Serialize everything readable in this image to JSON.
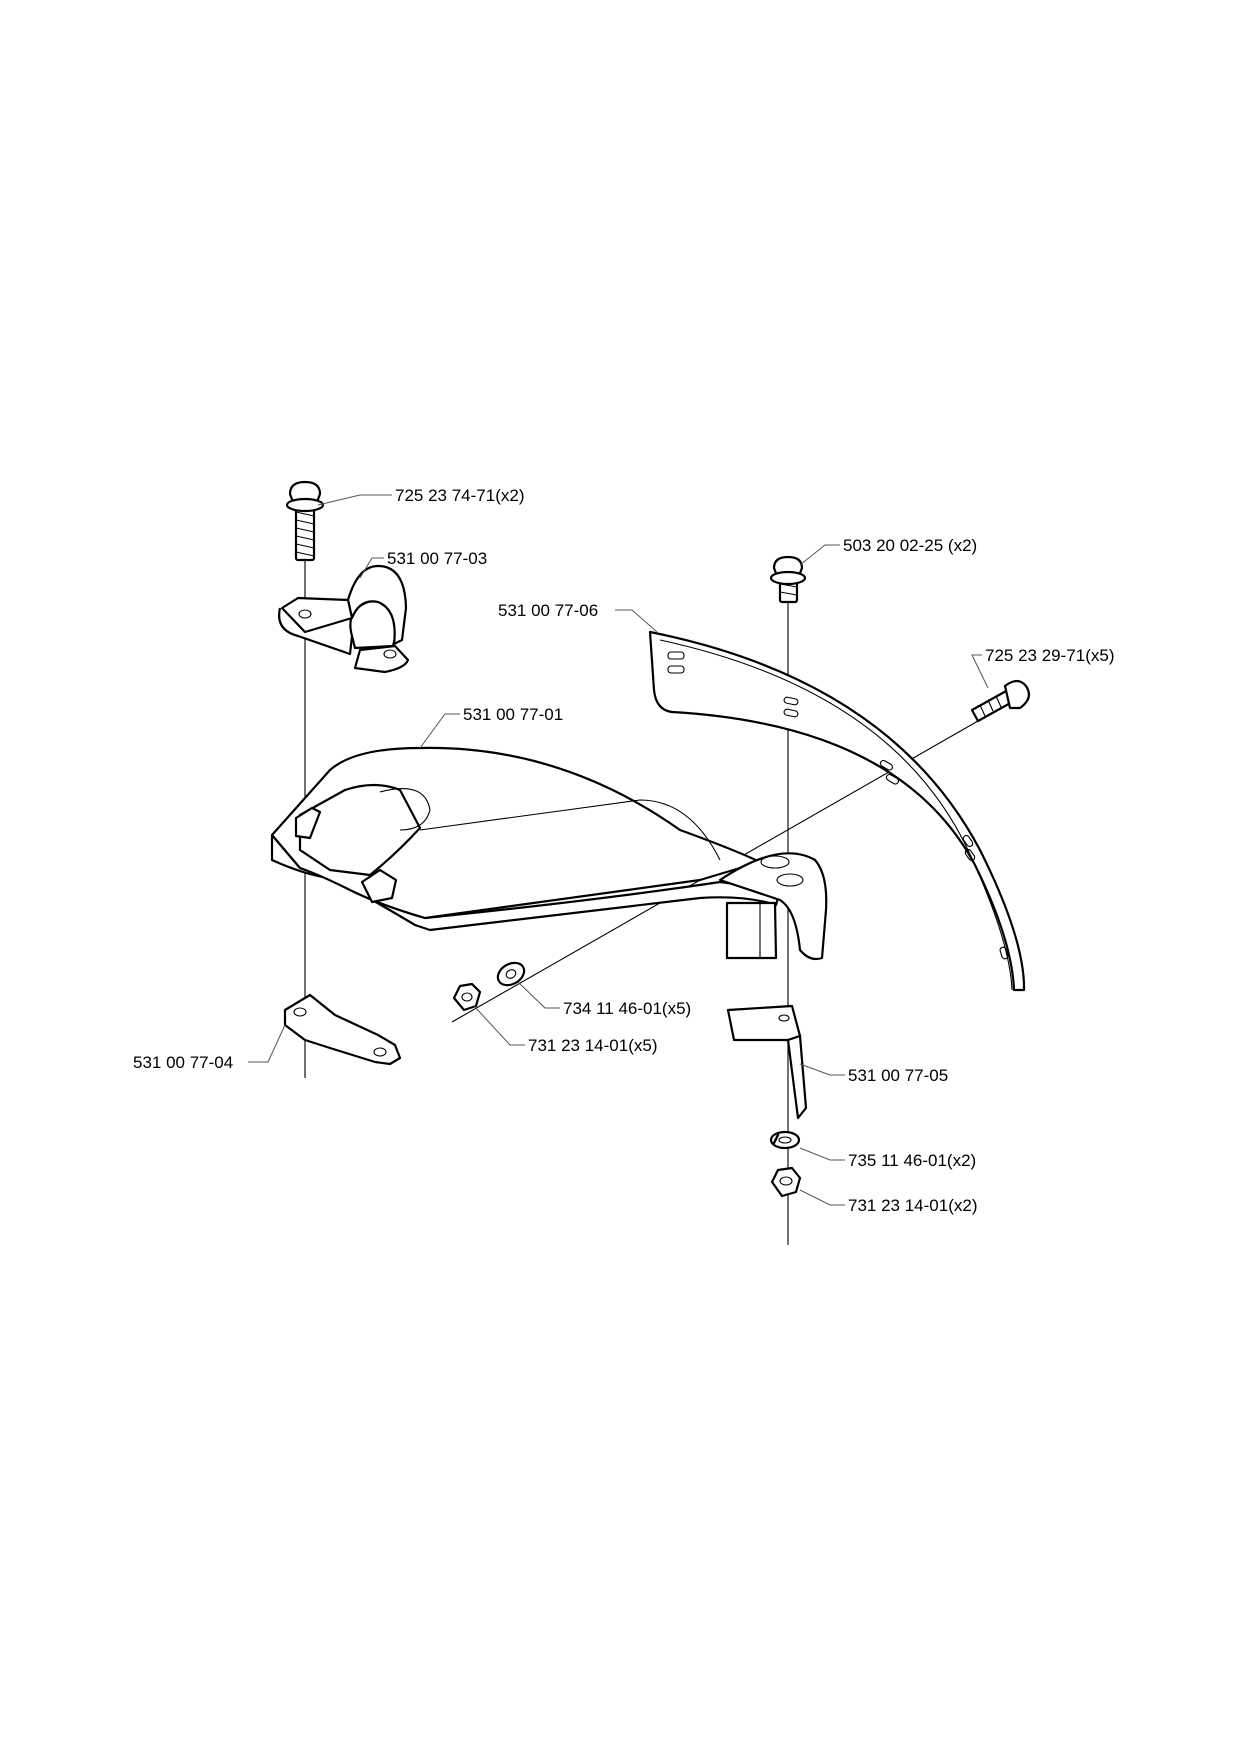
{
  "labels": {
    "bolt_top_left": "725 23 74-71(x2)",
    "clamp_top": "531 00 77-03",
    "bolt_top_right": "503 20 02-25 (x2)",
    "blade_guard": "531 00 77-06",
    "bolt_side": "725 23 29-71(x5)",
    "guard_body": "531 00 77-01",
    "washer": "734 11 46-01(x5)",
    "nut_left": "731 23 14-01(x5)",
    "clamp_bottom": "531 00 77-04",
    "bracket": "531 00 77-05",
    "spring_washer": "735 11 46-01(x2)",
    "nut_right": "731 23 14-01(x2)"
  }
}
